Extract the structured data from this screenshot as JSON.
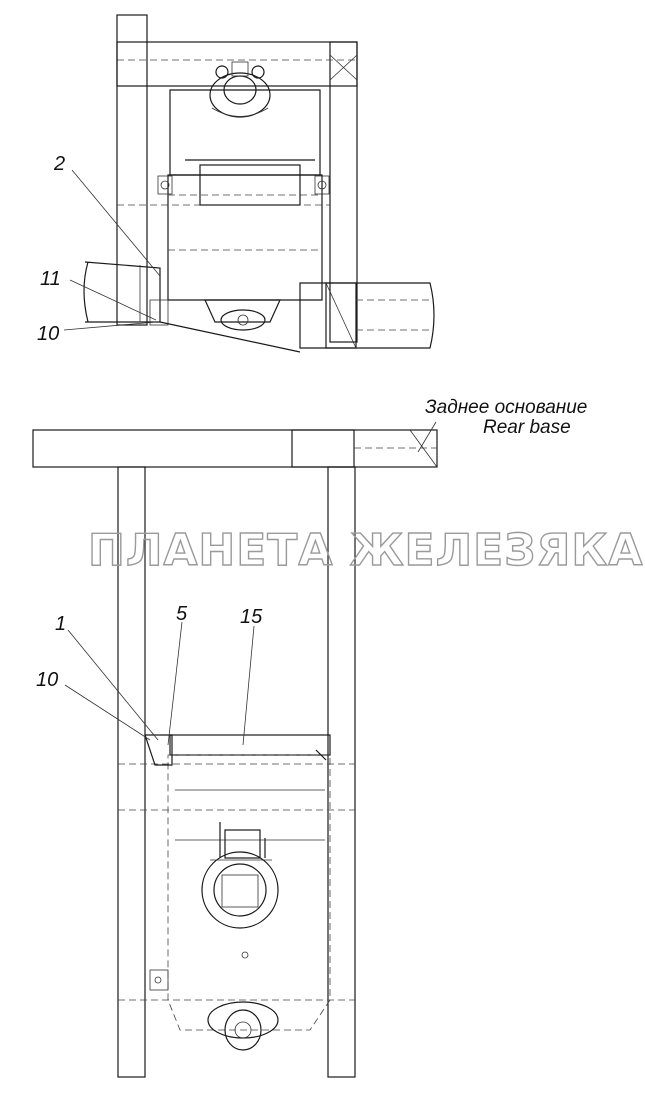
{
  "callouts": {
    "top_2": "2",
    "top_11": "11",
    "top_10": "10",
    "bottom_1": "1",
    "bottom_5": "5",
    "bottom_15": "15",
    "bottom_10": "10"
  },
  "rear_base_label": {
    "ru": "Заднее основание",
    "en": "Rear base"
  },
  "watermark": "ПЛАНЕТА ЖЕЛЕЗЯКА"
}
